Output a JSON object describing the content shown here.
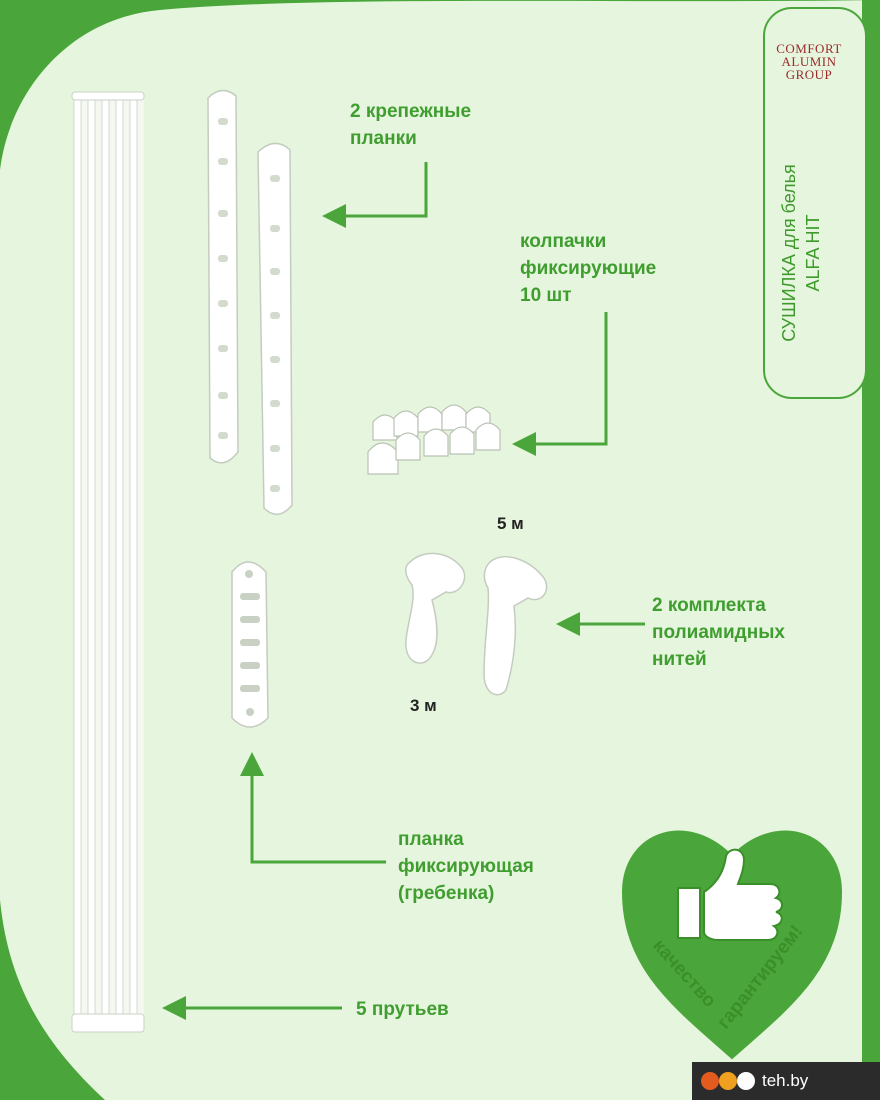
{
  "brand": {
    "logo_lines": [
      "COMFORT",
      "ALUMIN",
      "GROUP"
    ],
    "product_title_line1": "СУШИЛКА для белья",
    "product_title_line2": "ALFA HIT"
  },
  "labels": {
    "plates_line1": "2 крепежные",
    "plates_line2": "планки",
    "caps_line1": "колпачки",
    "caps_line2": "фиксирующие",
    "caps_line3": "10 шт",
    "length_5m": "5 м",
    "length_3m": "3 м",
    "threads_line1": "2 комплекта",
    "threads_line2": "полиамидных",
    "threads_line3": "нитей",
    "comb_line1": "планка",
    "comb_line2": "фиксирующая",
    "comb_line3": "(гребенка)",
    "rods": "5 прутьев"
  },
  "badge": {
    "word1": "качество",
    "word2": "гарантируем!"
  },
  "watermark": {
    "text": "teh.by"
  },
  "colors": {
    "background": "#e6f5dd",
    "accent_green": "#4aa63a",
    "text_green": "#3f9e2f",
    "dark_green": "#3b8f2a"
  }
}
